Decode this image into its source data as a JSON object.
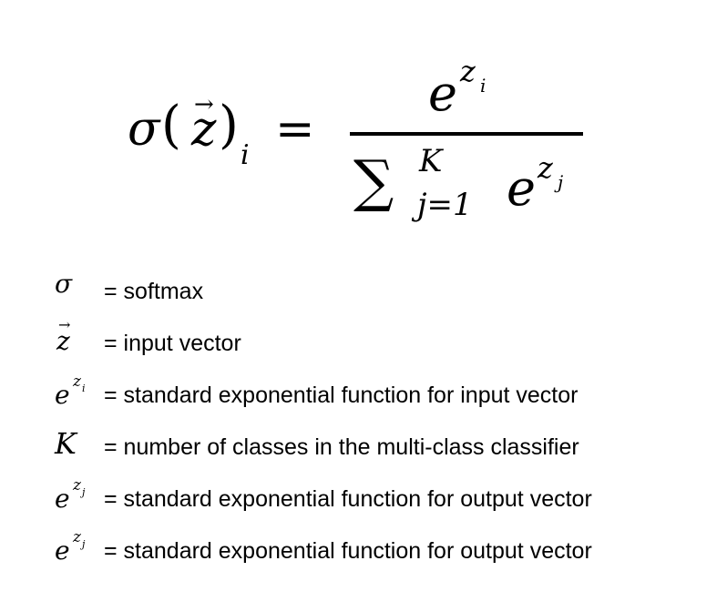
{
  "formula": {
    "lhs_function": "σ",
    "lhs_open_paren": "(",
    "lhs_variable": "z",
    "lhs_vector_arrow": "→",
    "lhs_close_paren": ")",
    "lhs_subscript": "i",
    "equals": "=",
    "numerator_base": "e",
    "numerator_exponent": "z",
    "numerator_exponent_subscript": "i",
    "denominator_sum": "∑",
    "denominator_sum_upper": "K",
    "denominator_sum_lower": "j=1",
    "denominator_base": "e",
    "denominator_exponent": "z",
    "denominator_exponent_subscript": "j"
  },
  "legend": {
    "rows": [
      {
        "symbol_main": "σ",
        "description": "= softmax"
      },
      {
        "symbol_main": "z",
        "symbol_accent": "→",
        "description": "= input vector"
      },
      {
        "symbol_main": "e",
        "symbol_exp": "z",
        "symbol_sub": "i",
        "description": "= standard exponential function for input vector"
      },
      {
        "symbol_main": "K",
        "description": "= number of classes in the multi-class classifier"
      },
      {
        "symbol_main": "e",
        "symbol_exp": "z",
        "symbol_sub": "j",
        "description": "= standard exponential function for output vector"
      },
      {
        "symbol_main": "e",
        "symbol_exp": "z",
        "symbol_sub": "j",
        "description": "= standard exponential function for output vector"
      }
    ]
  }
}
